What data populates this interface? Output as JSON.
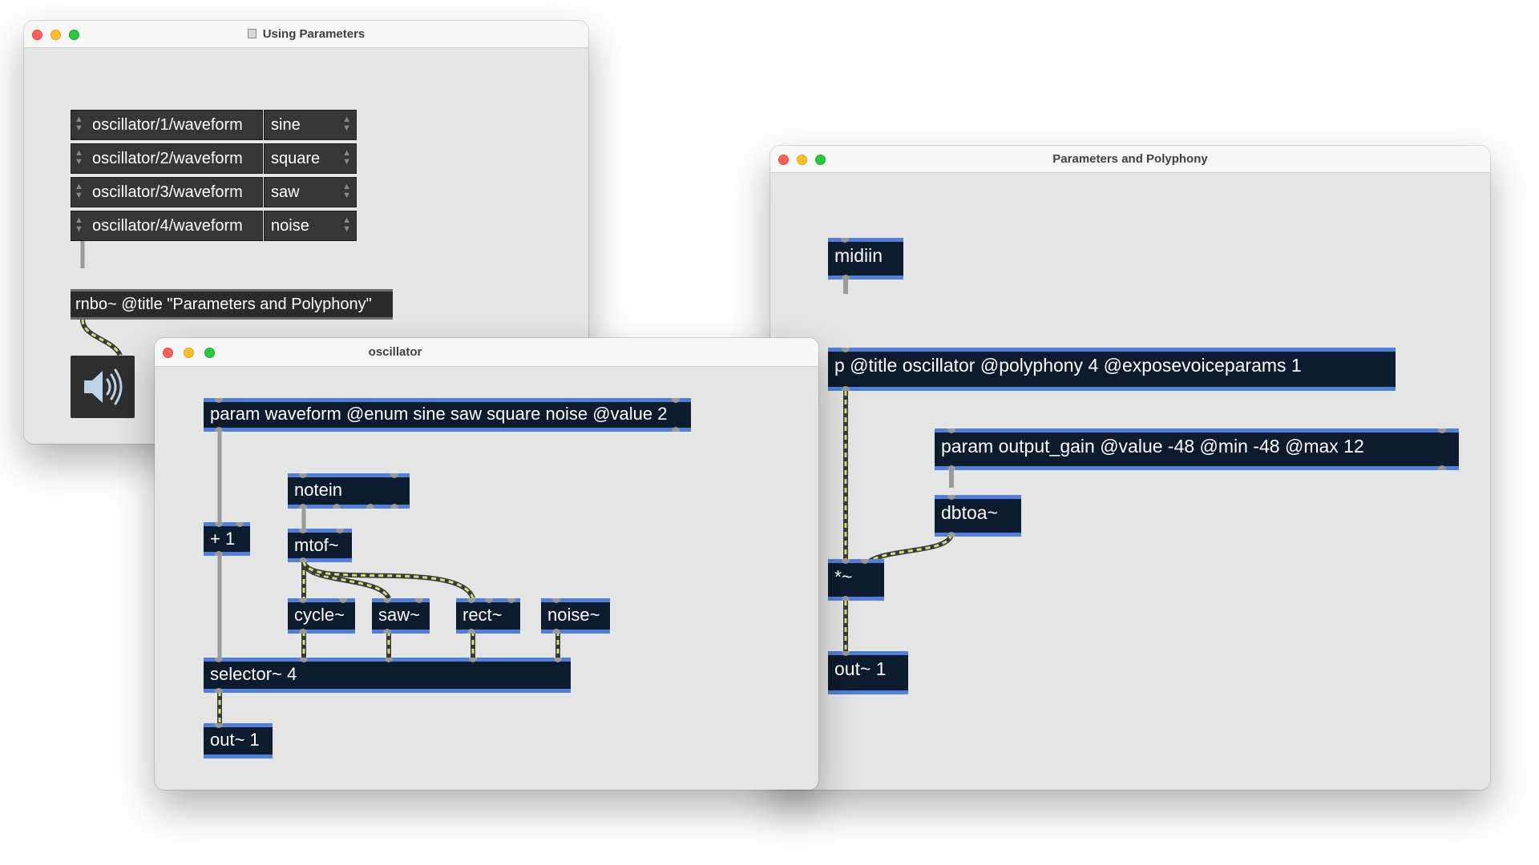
{
  "windows": {
    "using_parameters": {
      "title": "Using Parameters",
      "param_rows": [
        {
          "name": "oscillator/1/waveform",
          "value": "sine"
        },
        {
          "name": "oscillator/2/waveform",
          "value": "square"
        },
        {
          "name": "oscillator/3/waveform",
          "value": "saw"
        },
        {
          "name": "oscillator/4/waveform",
          "value": "noise"
        }
      ],
      "rnbo_object": "rnbo~ @title \"Parameters and Polyphony\"",
      "dac_icon": "speaker-icon"
    },
    "oscillator": {
      "title": "oscillator",
      "objects": {
        "param_waveform": "param waveform @enum sine saw square noise @value 2",
        "notein": "notein",
        "plus_one": "+ 1",
        "mtof": "mtof~",
        "cycle": "cycle~",
        "saw": "saw~",
        "rect": "rect~",
        "noise": "noise~",
        "selector": "selector~ 4",
        "out": "out~ 1"
      }
    },
    "parameters_polyphony": {
      "title": "Parameters and Polyphony",
      "objects": {
        "midiin": "midiin",
        "p_oscillator": "p @title oscillator @polyphony 4 @exposevoiceparams 1",
        "param_gain": "param output_gain @value -48 @min -48 @max 12",
        "dbtoa": "dbtoa~",
        "mult": "*~",
        "out": "out~ 1"
      }
    }
  },
  "colors": {
    "object_bg": "#0d1b2e",
    "object_border": "#4f7fd6",
    "signal_cord": "#c9e27a",
    "control_cord": "#9b9b9b",
    "canvas_bg": "#e5e5e5"
  }
}
